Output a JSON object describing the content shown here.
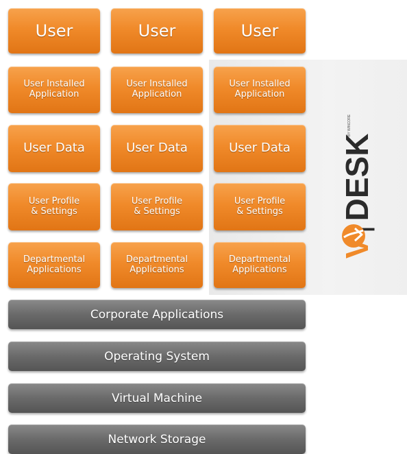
{
  "columns": [
    {
      "user": "User",
      "installed": [
        "User Installed",
        "Application"
      ],
      "data": "User Data",
      "profile": [
        "User Profile",
        "& Settings"
      ],
      "departmental": [
        "Departmental",
        "Applications"
      ]
    },
    {
      "user": "User",
      "installed": [
        "User Installed",
        "Application"
      ],
      "data": "User Data",
      "profile": [
        "User Profile",
        "& Settings"
      ],
      "departmental": [
        "Departmental",
        "Applications"
      ]
    },
    {
      "user": "User",
      "installed": [
        "User Installed",
        "Application"
      ],
      "data": "User Data",
      "profile": [
        "User Profile",
        "& Settings"
      ],
      "departmental": [
        "Departmental",
        "Applications"
      ]
    }
  ],
  "shared_layers": [
    "Corporate Applications",
    "Operating System",
    "Virtual Machine",
    "Network Storage"
  ],
  "logo": {
    "text": "V|DESK",
    "byline": "BY WINCORE"
  },
  "colors": {
    "orange": "#f08a2a",
    "gray": "#6a6a6a",
    "panel": "#eeeeee",
    "logo_gray": "#2b2b2b"
  }
}
